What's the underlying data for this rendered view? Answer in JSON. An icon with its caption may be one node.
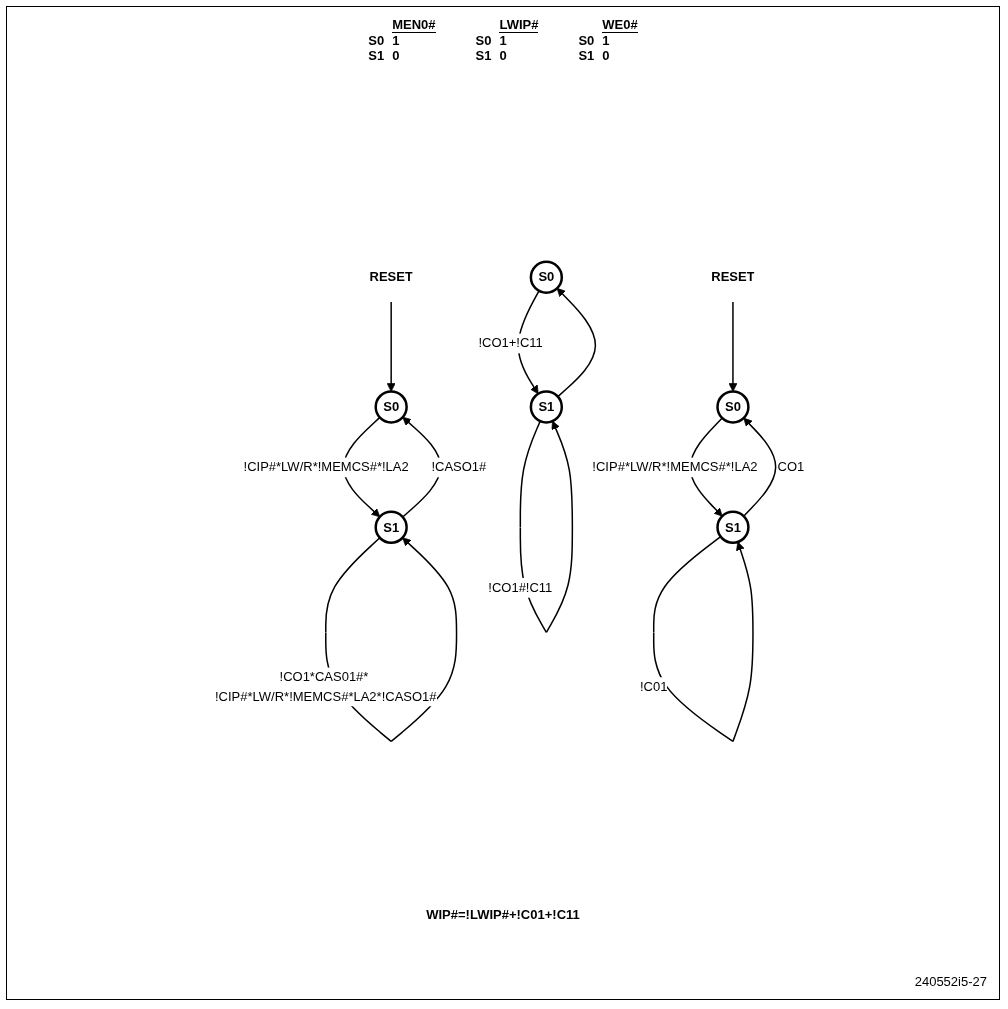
{
  "diagram": {
    "nodes": [
      {
        "text": [
          "S0"
        ]
      },
      {
        "text": [
          "S1"
        ]
      },
      {
        "text": [
          "RESET"
        ]
      },
      {
        "text": [
          "S0"
        ]
      },
      {
        "text": [
          "S1"
        ]
      },
      {
        "text": [
          "S0"
        ]
      },
      {
        "text": [
          "S1"
        ]
      },
      {
        "text": [
          "RESET"
        ]
      }
    ],
    "edges": [
      {
        "from": 2,
        "to": 0,
        "arrow": "to"
      },
      {
        "from": 0,
        "to": 1,
        "arrow": "to",
        "label": "!CIP#*LW/R*!MEMCS#*!LA2"
      },
      {
        "from": 1,
        "to": 0,
        "arrow": "to",
        "label": "!CASO1#"
      },
      {
        "from": 1,
        "to": 1,
        "arrow": "to",
        "label": "!CO1*CAS01#* !CIP#*LW/R*!MEMCS#*LA2*!CASO1#"
      },
      {
        "from": 3,
        "to": 4,
        "arrow": "to",
        "label": "!CO1+!C11"
      },
      {
        "from": 4,
        "to": 3,
        "arrow": "to"
      },
      {
        "from": 4,
        "to": 4,
        "arrow": "to",
        "label": "!CO1#!C11"
      },
      {
        "from": 7,
        "to": 5,
        "arrow": "to"
      },
      {
        "from": 5,
        "to": 6,
        "arrow": "to",
        "label": "!CIP#*LW/R*!MEMCS#*!LA2"
      },
      {
        "from": 6,
        "to": 5,
        "arrow": "to",
        "label": "CO1"
      },
      {
        "from": 6,
        "to": 6,
        "arrow": "to",
        "label": "!C01"
      }
    ],
    "labels": [
      "MEN0#",
      "S0",
      "1",
      "S1",
      "0",
      "LWIP#",
      "S0",
      "1",
      "S1",
      "0",
      "WE0#",
      "S0",
      "1",
      "S1",
      "0",
      "WIP#=!LWIP#+!C01+!C11",
      "240552i5-27"
    ]
  }
}
